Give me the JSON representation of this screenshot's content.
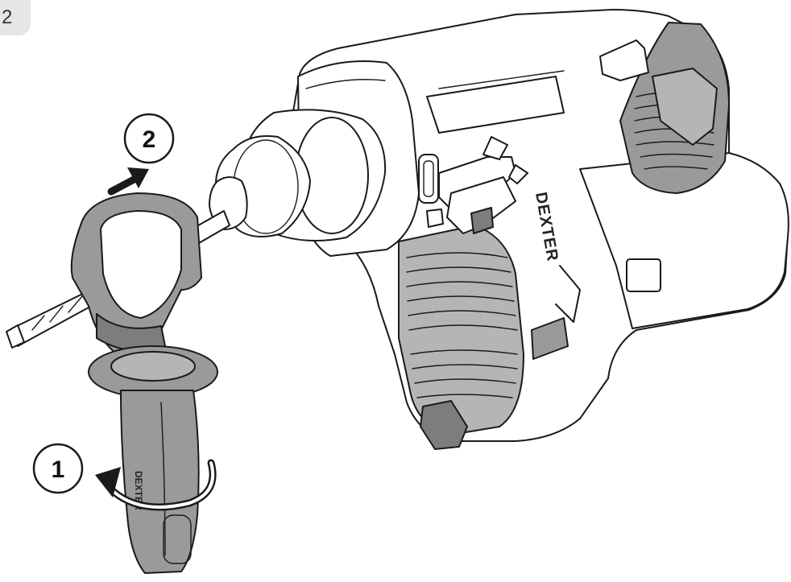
{
  "figure": {
    "number": "2"
  },
  "steps": [
    {
      "label": "1"
    },
    {
      "label": "2"
    }
  ],
  "tool": {
    "brand": "DEXTER",
    "handle_brand": "DEXTER"
  },
  "colors": {
    "handle_grey": "#9a9a9a",
    "outline": "#1a1a1a",
    "tab_background": "#e6e6e6"
  }
}
